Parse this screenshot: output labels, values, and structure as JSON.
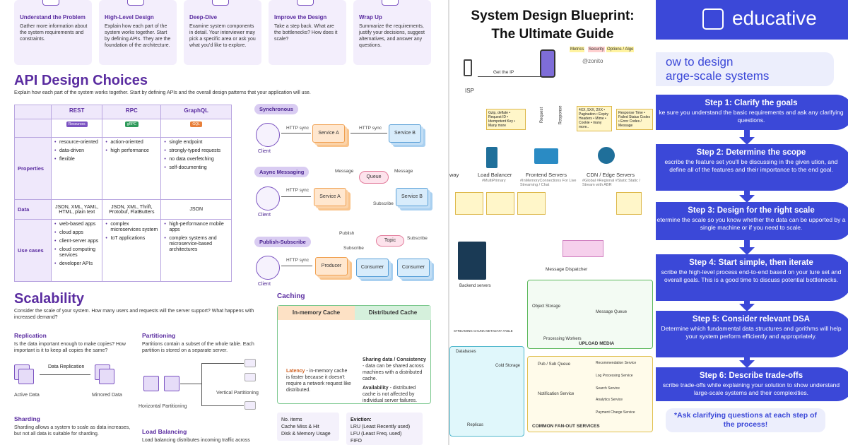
{
  "steps": [
    {
      "title": "Understand the Problem",
      "text": "Gather more information about the system requirements and constraints."
    },
    {
      "title": "High-Level Design",
      "text": "Explain how each part of the system works together. Start by defining APIs. They are the foundation of the architecture."
    },
    {
      "title": "Deep-Dive",
      "text": "Examine system components in detail. Your interviewer may pick a specific area or ask you what you'd like to explore."
    },
    {
      "title": "Improve the Design",
      "text": "Take a step back. What are the bottlenecks? How does it scale?"
    },
    {
      "title": "Wrap Up",
      "text": "Summarize the requirements, justify your decisions, suggest alternatives, and answer any questions."
    }
  ],
  "api": {
    "title": "API Design Choices",
    "subtitle": "Explain how each part of the system works together. Start by defining APIs and the overall design patterns that your application will use.",
    "cols": [
      "REST",
      "RPC",
      "GraphQL"
    ],
    "row_labels": [
      "Properties",
      "Data",
      "Use cases"
    ],
    "tags": [
      "Resources",
      "gRPC",
      "GQL"
    ],
    "properties": [
      [
        "resource-oriented",
        "data-driven",
        "flexible"
      ],
      [
        "action-oriented",
        "high performance"
      ],
      [
        "single endpoint",
        "strongly-typed requests",
        "no data overfetching",
        "self-documenting"
      ]
    ],
    "data": [
      "JSON, XML, YAML, HTML, plain text",
      "JSON, XML, Thrift, Protobuf, FlatButters",
      "JSON"
    ],
    "use_cases": [
      [
        "web-based apps",
        "cloud apps",
        "client-server apps",
        "cloud computing services",
        "developer APIs"
      ],
      [
        "complex microservices system",
        "IoT applications"
      ],
      [
        "high-performance mobile apps",
        "complex systems and microservice-based architectures"
      ]
    ]
  },
  "patterns": {
    "sync": "Synchronous",
    "async": "Async Messaging",
    "pubsub": "Publish-Subscribe",
    "client": "Client",
    "http": "HTTP sync",
    "svcA": "Service A",
    "svcB": "Service B",
    "queue": "Queue",
    "topic": "Topic",
    "message": "Message",
    "subscribe": "Subscribe",
    "publish": "Publish",
    "producer": "Producer",
    "consumer": "Consumer"
  },
  "scal": {
    "title": "Scalability",
    "subtitle": "Consider the scale of your system. How many users and requests will the server support? What happens with increased demand?",
    "rep_t": "Replication",
    "rep": "Is the data important enough to make copies? How important is it to keep all copies the same?",
    "rep_lbl": "Data Replication",
    "active": "Active Data",
    "mirror": "Mirrored Data",
    "part_t": "Partitioning",
    "part": "Partitions contain a subset of the whole table. Each partition is stored on a separate server.",
    "vp": "Vertical Partitioning",
    "hp": "Horizontal Partitioning",
    "shard_t": "Sharding",
    "shard": "Sharding allows a system to scale as data increases, but not all data is suitable for sharding.",
    "lb_t": "Load Balancing",
    "lb": "Load balancing distributes incoming traffic across"
  },
  "cache": {
    "title": "Caching",
    "in": "In-memory Cache",
    "dist": "Distributed Cache",
    "lat_b": "Latency",
    "lat": " - in-memory cache is faster because it doesn't require a network request like distributed.",
    "share_b": "Sharing data / Consistency",
    "share": " - data can be shared across machines with a distributed cache.",
    "avail_b": "Availability",
    "avail": " - distributed cache is not affected by individual server failures.",
    "items": [
      "No. items",
      "Cache Miss & Hit",
      "Disk & Memory Usage"
    ],
    "evict_t": "Eviction:",
    "evict": [
      "LRU (Least Recently used)",
      "LFU (Least Freq. used)",
      "FIFO"
    ]
  },
  "bp": {
    "title1": "System Design Blueprint:",
    "title2": "The Ultimate Guide",
    "getip": "Get the IP",
    "isp": "ISP",
    "handle": "@zonito",
    "tags": [
      "Metrics",
      "Security",
      "Options / Algo"
    ],
    "lb": "Load Balancer",
    "lb_sub": "#MultiPrimary",
    "fe": "Frontend Servers",
    "fe_sub": "#InMemoryConnections For Live Streaming / Chat",
    "cdn": "CDN / Edge Servers",
    "cdn_sub": "#Global #Regional #Static Static / Stream with ABR",
    "gw": "way",
    "md": "Message Dispatcher",
    "be": "Backend servers",
    "um": "UPLOAD MEDIA",
    "fan": "COMMON FAN-OUT SERVICES",
    "db": "Databases",
    "replicas": "Replicas",
    "request": "Request",
    "response": "Response",
    "req_tags": "Gzip, deflate • Request ID • Idempotent Key • Many more",
    "res_tags": "4XX, 5XX, 2XX • Pagination • Expiry Headers • Mime • Cookie • many more..",
    "res_tags2": "Response Time • Failed Status Codes • Error Codes / Message",
    "streaming": "STREAMING CHUNK METADATA TABLE",
    "obj": "Object Storage",
    "mq": "Message Queue",
    "pw": "Processing Workers",
    "cold": "Cold Storage",
    "svc": [
      "Recommendation Service",
      "Log Processing Service",
      "Search Service",
      "Analytics Service",
      "Payment Charge Service"
    ],
    "notif": "Notification Service",
    "pubsub": "Pub / Sub Queue"
  },
  "edu": {
    "brand": "educative",
    "title": "ow to design\narge-scale systems",
    "steps": [
      {
        "t": "Step 1: Clarify the goals",
        "d": "ke sure you understand the basic requirements and ask any clarifying questions."
      },
      {
        "t": "Step 2: Determine the scope",
        "d": "escribe the feature set you'll be discussing in the given ution, and define all of the features and their importance to the end goal."
      },
      {
        "t": "Step 3: Design for the right scale",
        "d": "etermine the scale so you know whether the data can be upported by a single machine or if you need to scale."
      },
      {
        "t": "Step 4: Start simple, then iterate",
        "d": "scribe the high-level process end-to-end based on your ture set and overall goals. This is a good time to discuss potential bottlenecks."
      },
      {
        "t": "Step 5: Consider relevant DSA",
        "d": "Determine which fundamental data structures and gorithms will help your system perform efficiently and appropriately."
      },
      {
        "t": "Step 6: Describe trade-offs",
        "d": "scribe trade-offs while explaining your solution to show understand large-scale systems and their complexities."
      }
    ],
    "note": "*Ask clarifying questions at each step of the process!"
  },
  "colors": {
    "purple": "#5a2ca0",
    "edu_blue": "#3b48d8"
  }
}
